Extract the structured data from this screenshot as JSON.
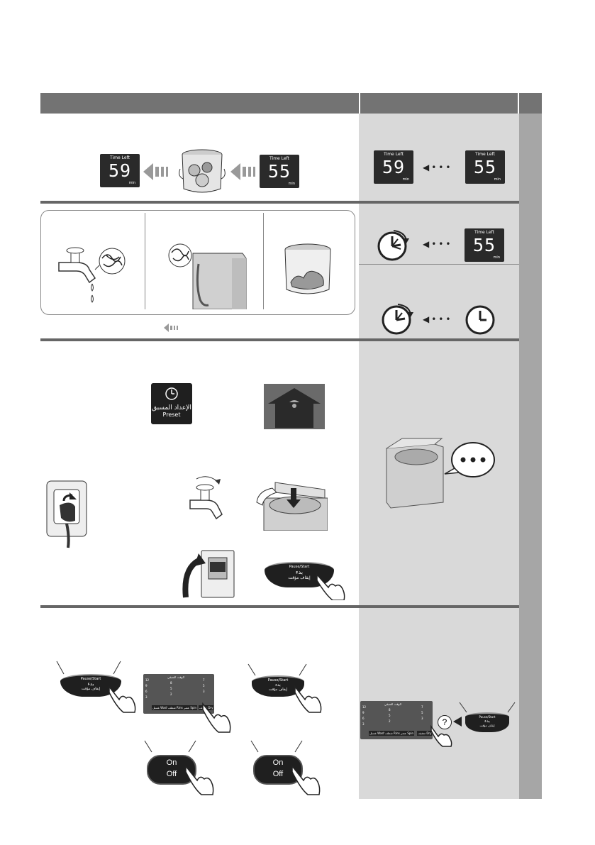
{
  "display": {
    "time_left_label": "Time Left",
    "value_59": "59",
    "value_55": "55",
    "min_label": "min"
  },
  "preset_button": {
    "arabic": "الإعداد المسبق",
    "english": "Preset"
  },
  "pause_start_button": {
    "english": "Pause/Start",
    "arabic_start": "بدء",
    "arabic_pause": "إيقاف مؤقت"
  },
  "power_button": {
    "on": "On",
    "off": "Off"
  },
  "control_panel": {
    "numbers": [
      "12",
      "9",
      "6",
      "3",
      "8",
      "5",
      "2",
      "1",
      "7",
      "5",
      "3",
      "1"
    ],
    "mode_labels": [
      "غسيل Wash",
      "شطف Rinse",
      "عصر Spin",
      "تجفيف Dry"
    ],
    "header_text": "الوقت المتبقي"
  },
  "question_mark": "?"
}
